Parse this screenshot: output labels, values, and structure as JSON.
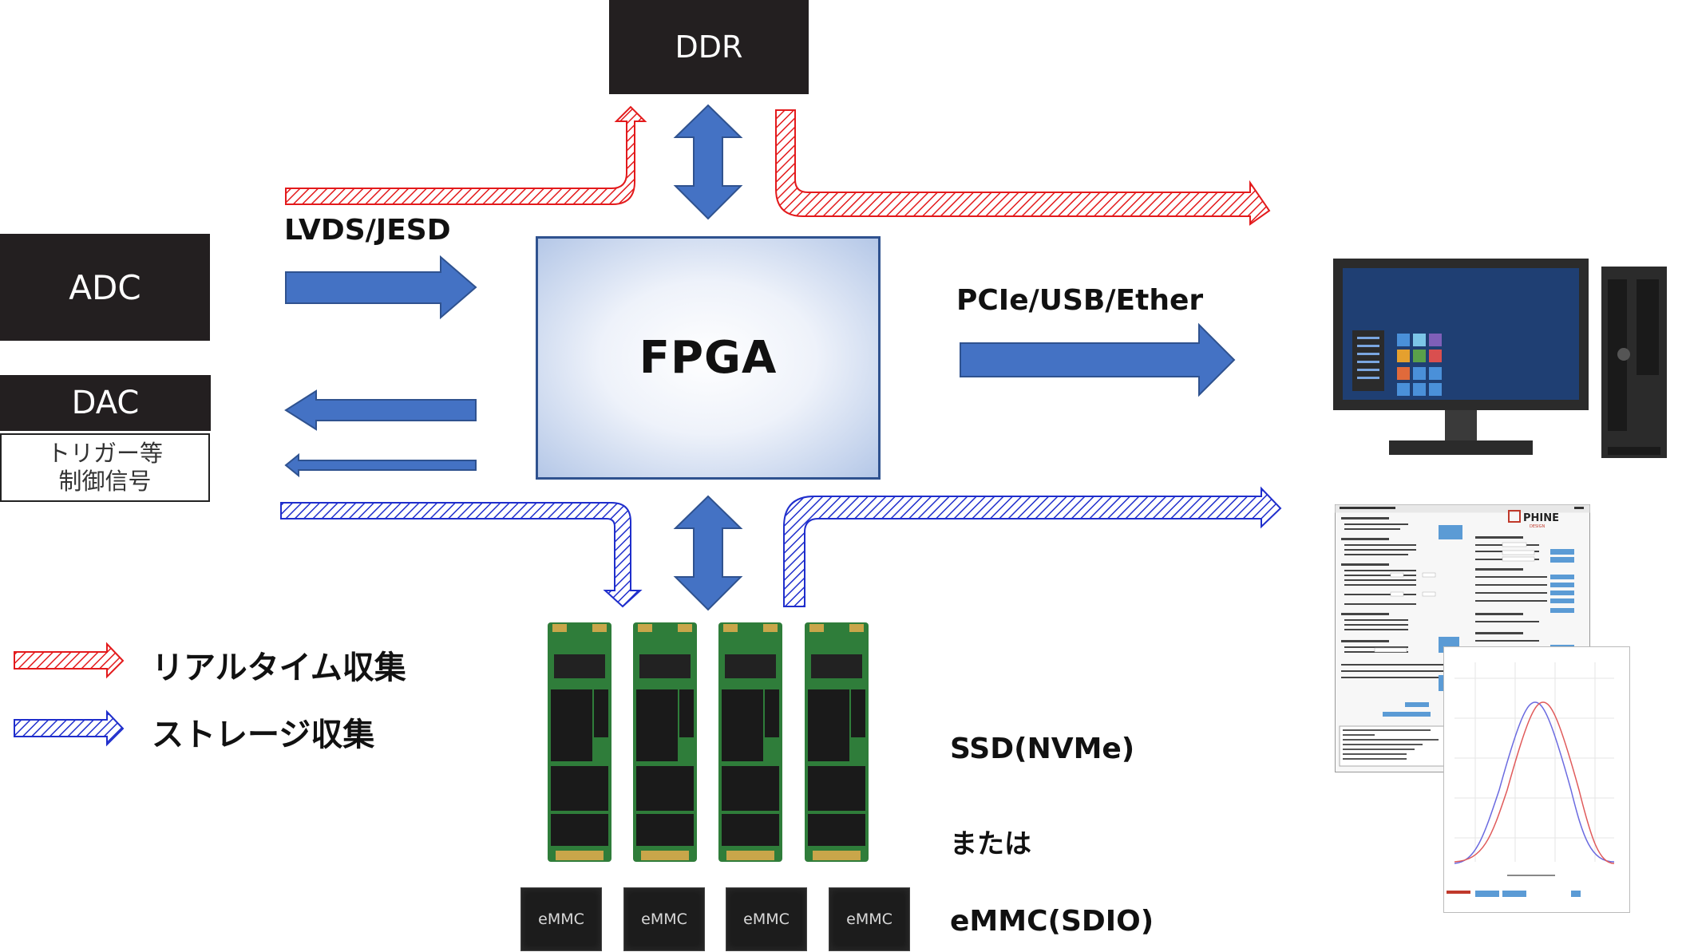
{
  "blocks": {
    "ddr": "DDR",
    "adc": "ADC",
    "dac": "DAC",
    "trigger_line1": "トリガー等",
    "trigger_line2": "制御信号",
    "fpga": "FPGA"
  },
  "labels": {
    "lvds": "LVDS/JESD",
    "pcie": "PCIe/USB/Ether",
    "ssd": "SSD(NVMe)",
    "or": "または",
    "emmc_bus": "eMMC(SDIO)"
  },
  "emmc_chips": [
    "eMMC",
    "eMMC",
    "eMMC",
    "eMMC"
  ],
  "legend": {
    "realtime": "リアルタイム収集",
    "storage": "ストレージ収集"
  },
  "app_window": {
    "brand": "PHINE",
    "brand_sub": "DESIGN"
  },
  "colors": {
    "block_fill": "#231f20",
    "arrow_blue": "#4472c4",
    "arrow_border": "#2f528f",
    "realtime_red": "#e31a1c",
    "storage_blue": "#1f2ecc",
    "fpga_fill": "#b4c7e7"
  }
}
